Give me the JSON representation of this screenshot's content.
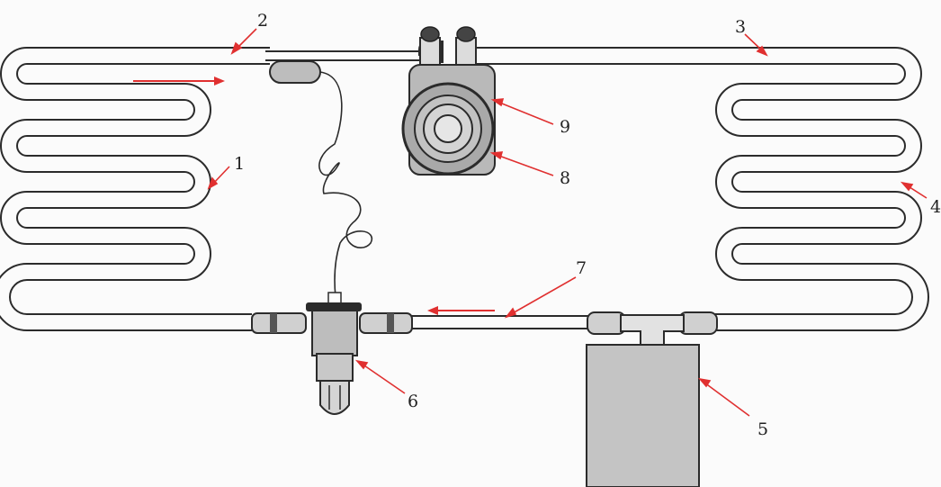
{
  "figure": {
    "callouts": [
      {
        "id": "evaporator",
        "text": "1"
      },
      {
        "id": "suction-line",
        "text": "2"
      },
      {
        "id": "discharge-line",
        "text": "3"
      },
      {
        "id": "condenser",
        "text": "4"
      },
      {
        "id": "receiver",
        "text": "5"
      },
      {
        "id": "expansion-valve",
        "text": "6"
      },
      {
        "id": "liquid-line",
        "text": "7"
      },
      {
        "id": "compressor-clutch",
        "text": "8"
      },
      {
        "id": "compressor",
        "text": "9"
      }
    ],
    "colors": {
      "tube": "#2b2b2b",
      "arrow": "#e03030",
      "component_fill": "#b9b9b9",
      "component_dark": "#4a4a4a",
      "receiver_fill": "#c4c4c4"
    }
  }
}
